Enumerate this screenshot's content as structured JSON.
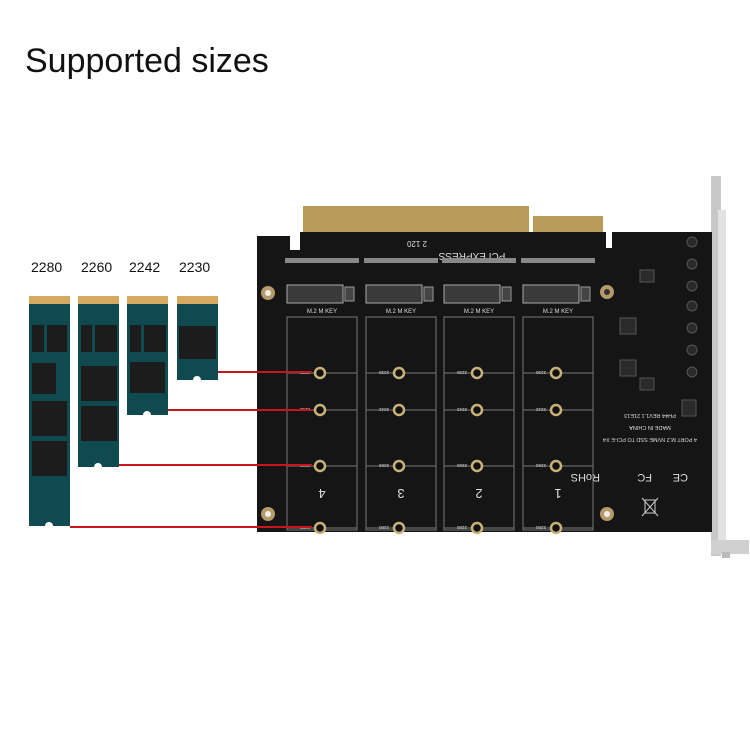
{
  "title": "Supported sizes",
  "sizes": [
    {
      "label": "2280"
    },
    {
      "label": "2260"
    },
    {
      "label": "2242"
    },
    {
      "label": "2230"
    }
  ],
  "board": {
    "slot_numbers": [
      "4",
      "3",
      "2",
      "1"
    ],
    "key_label": "M.2 M KEY",
    "hole_labels": [
      "2230",
      "2242",
      "2260",
      "2280"
    ],
    "logo": "PCI EXPRESS",
    "date_code": "2 120",
    "product_text": "4 PORT M.2 NVME SSD TO PCI-E X4",
    "origin_text": "MADE IN CHINA",
    "revision_text": "PH44 REV1.1 21E13",
    "marks": [
      "RoHS",
      "FC",
      "CE"
    ]
  },
  "colors": {
    "ssd_pcb": "#0f4a50",
    "ssd_chip": "#1c1c1c",
    "gold": "#d4aa60",
    "board": "#151515",
    "guide_line": "#c8151c"
  }
}
